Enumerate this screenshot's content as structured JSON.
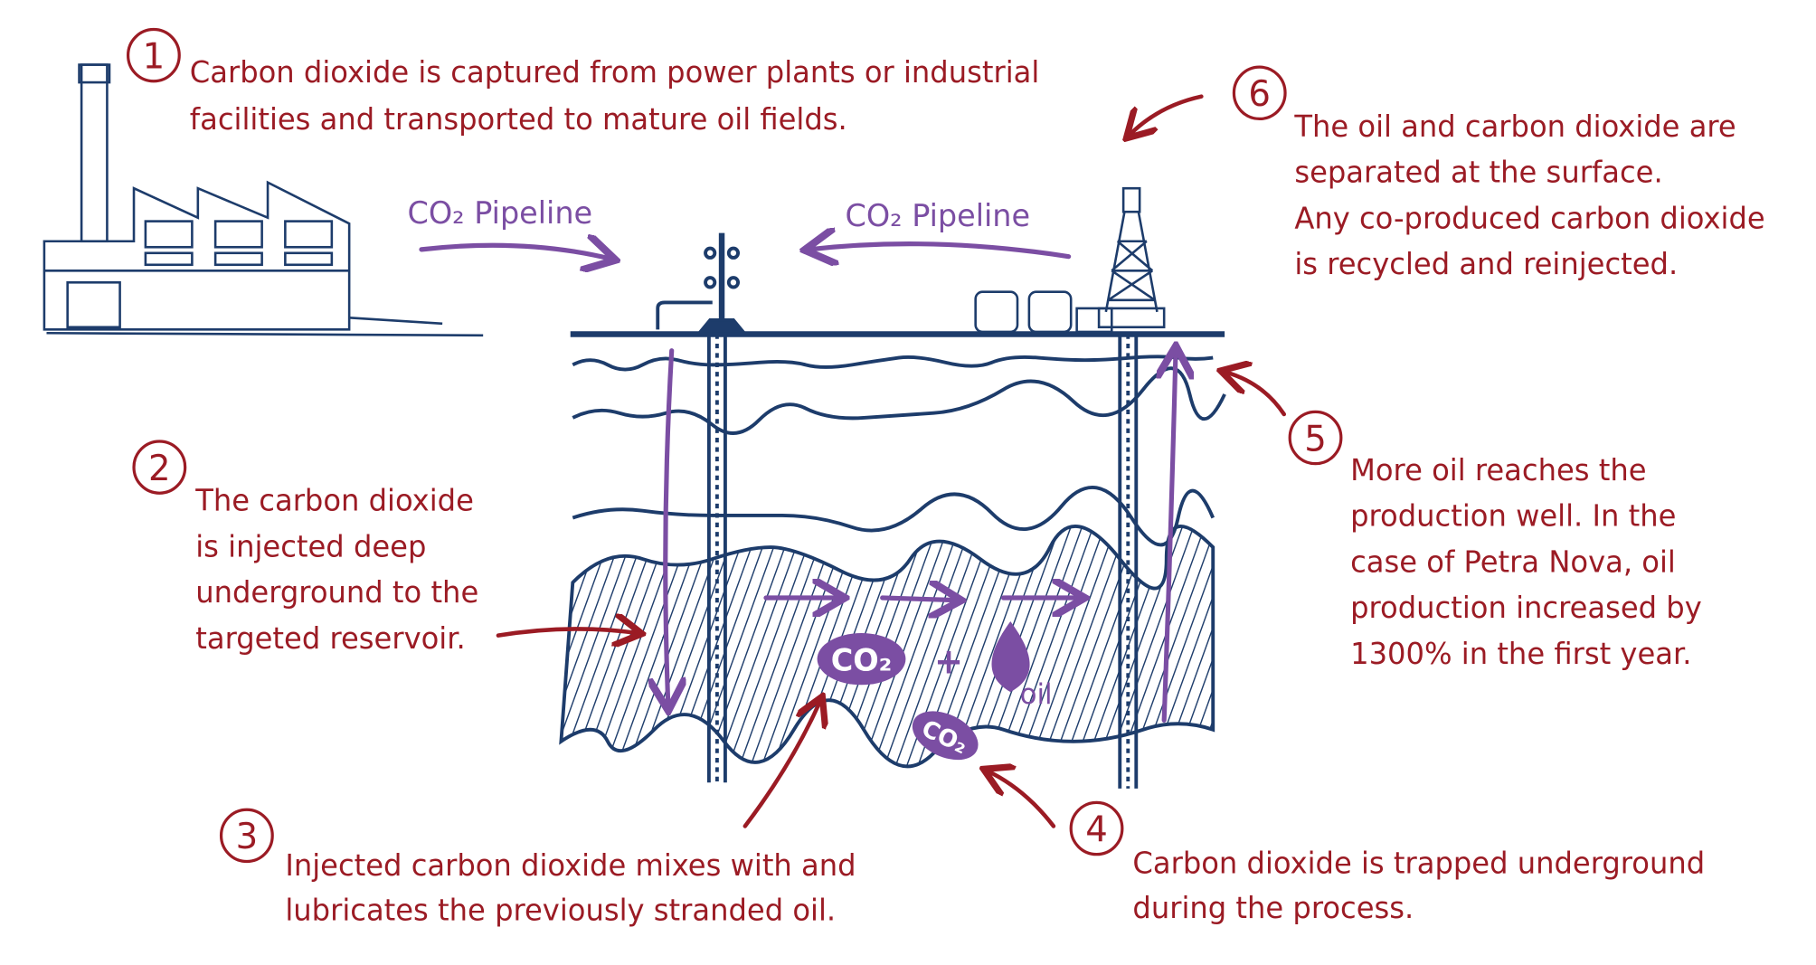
{
  "colors": {
    "annotation": "#9b1b24",
    "flow": "#7b4ea3",
    "sketch": "#1d3c6b"
  },
  "steps": [
    {
      "number": "1",
      "lines": [
        "Carbon dioxide is captured from power plants or industrial",
        "facilities and transported to mature oil fields."
      ]
    },
    {
      "number": "2",
      "lines": [
        "The carbon dioxide",
        "is injected deep",
        "underground to the",
        "targeted reservoir."
      ]
    },
    {
      "number": "3",
      "lines": [
        "Injected carbon dioxide mixes with and",
        "lubricates the previously stranded oil."
      ]
    },
    {
      "number": "4",
      "lines": [
        "Carbon dioxide is trapped underground",
        "during the process."
      ]
    },
    {
      "number": "5",
      "lines": [
        "More oil reaches the",
        "production well. In the",
        "case of Petra Nova, oil",
        "production increased by",
        "1300% in the first year."
      ]
    },
    {
      "number": "6",
      "lines": [
        "The oil and carbon dioxide are",
        "separated at the surface.",
        "Any co-produced carbon dioxide",
        "is recycled and reinjected."
      ]
    }
  ],
  "pipelines": {
    "left": "CO₂ Pipeline",
    "right": "CO₂ Pipeline"
  },
  "reservoir": {
    "co2_a": "CO₂",
    "plus": "+",
    "oil": "oil",
    "co2_b": "CO₂"
  },
  "icons": [
    "factory-icon",
    "wellhead-icon",
    "oil-derrick-icon",
    "storage-tank-icon",
    "oil-drop-icon"
  ]
}
